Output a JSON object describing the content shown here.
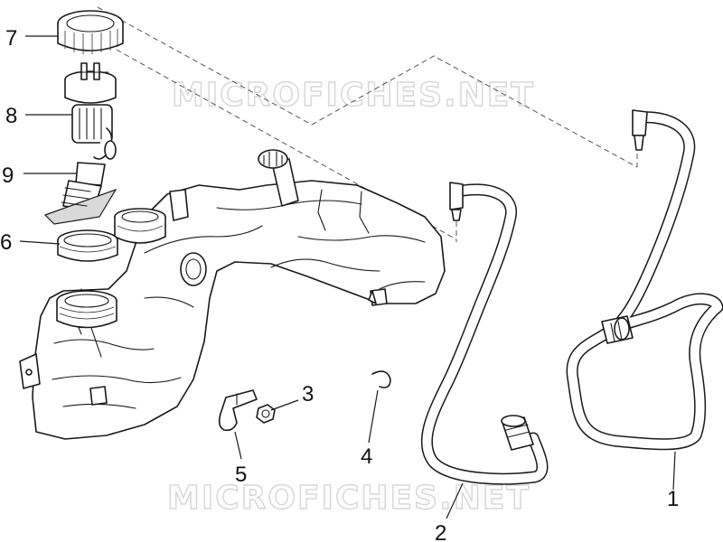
{
  "diagram": {
    "type": "exploded parts diagram",
    "watermark_top": "MICROFICHES.NET",
    "watermark_bottom": "MICROFICHES.NET",
    "callouts": [
      {
        "id": "1",
        "label": "1",
        "part": "vent hose (right)"
      },
      {
        "id": "2",
        "label": "2",
        "part": "vent hose (center)"
      },
      {
        "id": "3",
        "label": "3",
        "part": "nut"
      },
      {
        "id": "4",
        "label": "4",
        "part": "hose clip"
      },
      {
        "id": "5",
        "label": "5",
        "part": "bracket clamp"
      },
      {
        "id": "6",
        "label": "6",
        "part": "filler ring"
      },
      {
        "id": "7",
        "label": "7",
        "part": "lock ring"
      },
      {
        "id": "8",
        "label": "8",
        "part": "fuel pump"
      },
      {
        "id": "9",
        "label": "9",
        "part": "fuel filter"
      }
    ]
  }
}
